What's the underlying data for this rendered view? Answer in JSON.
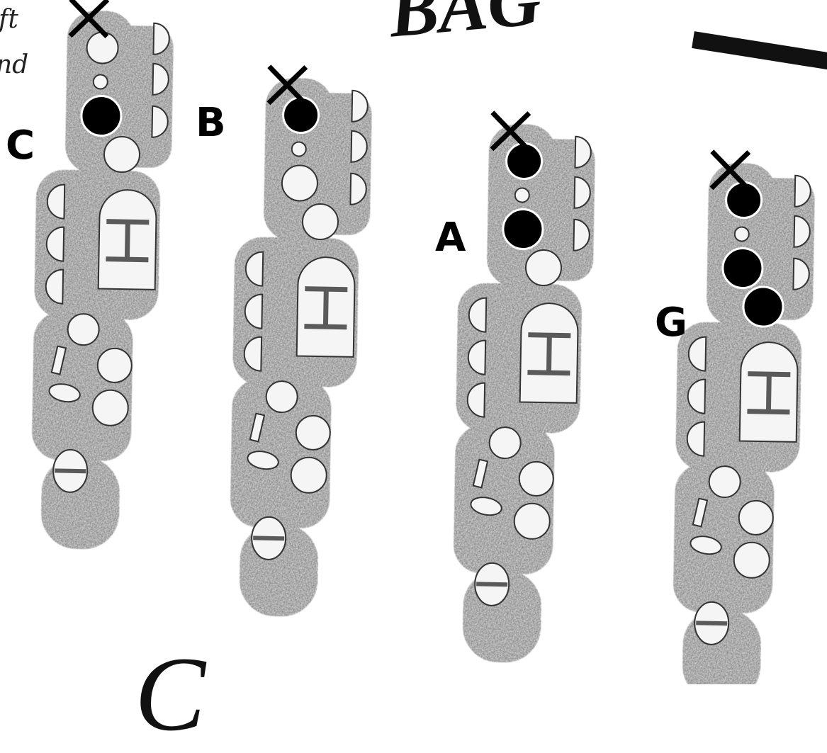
{
  "page": {
    "text_fragments": [
      "ft",
      "nd"
    ],
    "title_fragment": "BAG",
    "bottom_fragment": "C"
  },
  "instruments": [
    {
      "note": "C",
      "closed_keys": [
        "upper-key-3"
      ]
    },
    {
      "note": "B",
      "closed_keys": [
        "upper-key-1"
      ]
    },
    {
      "note": "A",
      "closed_keys": [
        "upper-key-1",
        "upper-key-3"
      ]
    },
    {
      "note": "G",
      "closed_keys": [
        "upper-key-1",
        "upper-key-3",
        "upper-key-4"
      ]
    }
  ],
  "colors": {
    "body_fill": "#5a5a5a",
    "key_fill": "#f5f5f5",
    "closed_key": "#000000",
    "cross_mark": "#000000"
  },
  "symbols": {
    "thumb_hole": "x-cross-icon",
    "closed_hole": "filled-circle-icon",
    "open_hole": "open-circle-icon"
  }
}
